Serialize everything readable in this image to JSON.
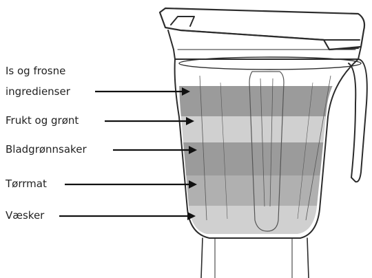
{
  "labels": [
    {
      "lines": [
        "Is og frosne",
        "ingredienser"
      ]
    },
    {
      "lines": [
        "Frukt og grønt"
      ]
    },
    {
      "lines": [
        "Bladgrønnsaker"
      ]
    },
    {
      "lines": [
        "Tørrmat"
      ]
    },
    {
      "lines": [
        "Væsker"
      ]
    }
  ],
  "colors": {
    "outline": "#2b2b2b",
    "arrow": "#111111",
    "layer_dark": "#8a8a8a",
    "layer_light": "#c8c8c8",
    "layer_mid": "#a3a3a3"
  }
}
